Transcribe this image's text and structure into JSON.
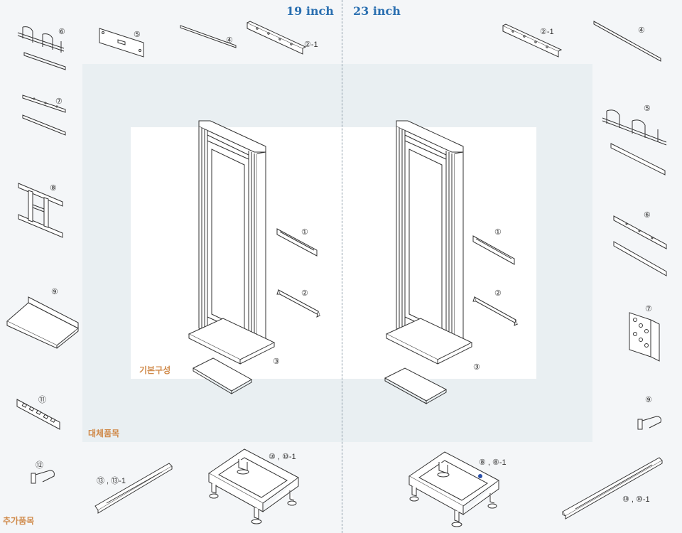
{
  "headers": {
    "left_size": "19 inch",
    "right_size": "23 inch"
  },
  "zones": {
    "core": "기본구성",
    "replacement": "대체품목",
    "additional": "추가품목"
  },
  "callouts": {
    "left": {
      "c6": "⑥",
      "c5": "⑤",
      "c4": "④",
      "c2_1": "②-1",
      "c7": "⑦",
      "c8": "⑧",
      "c9": "⑨",
      "c11": "⑪",
      "c12": "⑫",
      "c13": "⑬ , ⑬-1",
      "c10": "⑩ , ⑩-1",
      "c1": "①",
      "c2": "②",
      "c3": "③"
    },
    "right": {
      "c2_1": "②-1",
      "c4": "④",
      "c5": "⑤",
      "c6": "⑥",
      "c7": "⑦",
      "c9": "⑨",
      "c1": "①",
      "c2": "②",
      "c3": "③",
      "c8": "⑧ , ⑧-1",
      "c10": "⑩ , ⑩-1"
    }
  },
  "colors": {
    "divider": "#8a9aa6",
    "size_label": "#2a6fb0",
    "zone_label": "#d08a4a",
    "highlight_dot": "#2a4fa8"
  }
}
